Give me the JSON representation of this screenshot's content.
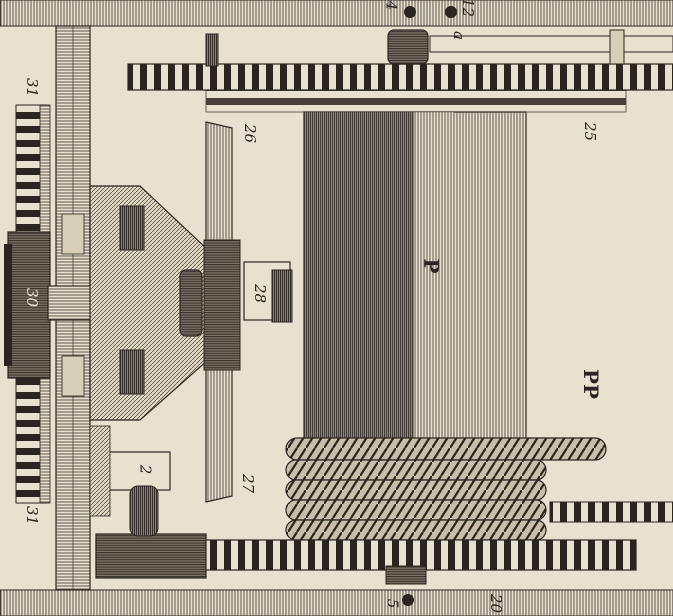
{
  "labels": {
    "n31_top": "31",
    "n31_bottom": "31",
    "n30": "30",
    "n26": "26",
    "n25": "25",
    "n28": "28",
    "n27": "27",
    "n2": "2",
    "p": "P",
    "pp": "PP",
    "n4": "4",
    "n12": "12",
    "a": "a",
    "n5": "5",
    "n20": "20"
  },
  "colors": {
    "paper": "#e9e1cf",
    "ink": "#2a2520",
    "shade": "#6b6359"
  }
}
